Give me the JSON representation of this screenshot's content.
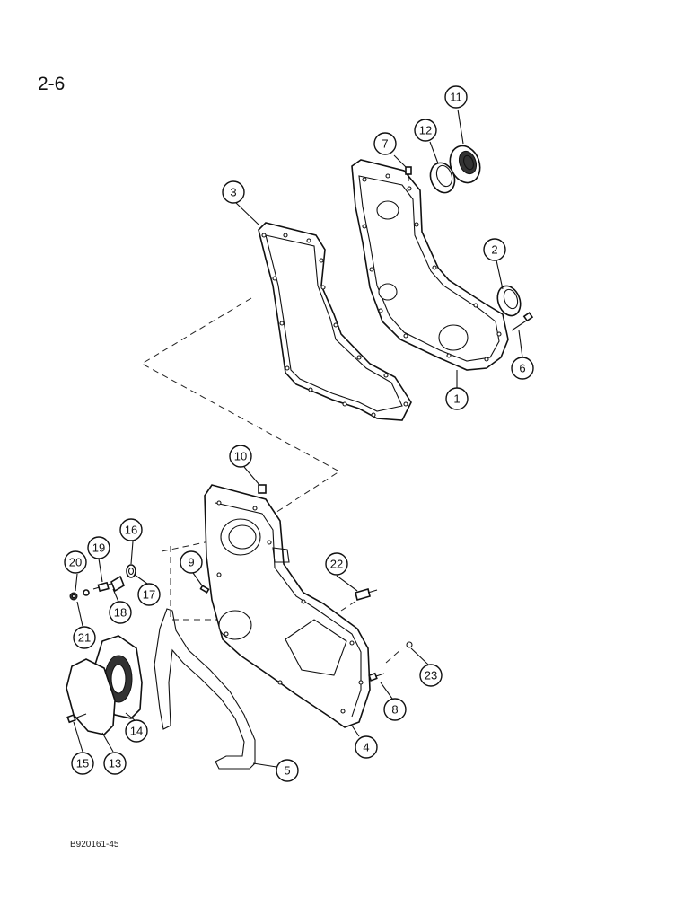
{
  "page_number": "2-6",
  "reference_code": "B920161-45",
  "colors": {
    "ink": "#111111",
    "paper": "#ffffff"
  },
  "callouts": [
    "1",
    "2",
    "3",
    "4",
    "5",
    "6",
    "7",
    "8",
    "9",
    "10",
    "11",
    "12",
    "13",
    "14",
    "15",
    "16",
    "17",
    "18",
    "19",
    "20",
    "21",
    "22",
    "23"
  ]
}
